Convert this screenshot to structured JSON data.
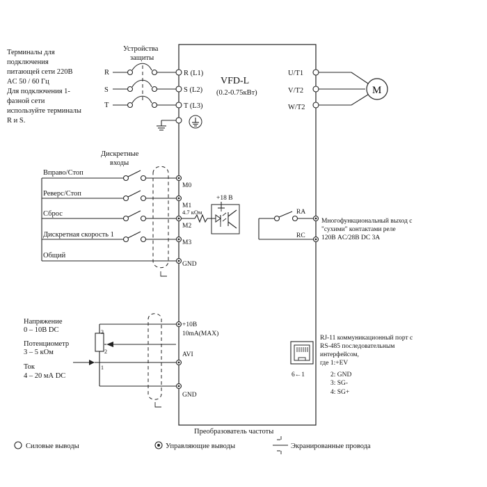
{
  "power_note": [
    "Терминалы для",
    "подключения",
    "питающей сети 220В",
    "AC 50 / 60 Гц",
    "Для подключения 1-",
    "фазной сети",
    "используйте терминалы",
    "R и S."
  ],
  "protection_label": [
    "Устройства",
    "защиты"
  ],
  "input_labels": {
    "r": "R",
    "s": "S",
    "t": "T"
  },
  "power_terminals": {
    "r": "R (L1)",
    "s": "S (L2)",
    "t": "T (L3)"
  },
  "drive": {
    "model": "VFD-L",
    "range": "(0.2-0.75кВт)",
    "caption": "Преобразователь частоты"
  },
  "output_terminals": {
    "u": "U/T1",
    "v": "V/T2",
    "w": "W/T2"
  },
  "motor_label": "M",
  "discrete_inputs_label": [
    "Дискретные",
    "входы"
  ],
  "switches": [
    "Вправо/Стоп",
    "Реверс/Стоп",
    "Сброс",
    "Дискретная скорость 1"
  ],
  "common_label": "Общий",
  "control_terminals": {
    "m0": "M0",
    "m1": "M1",
    "m2": "M2",
    "m3": "M3",
    "gnd": "GND"
  },
  "opto": {
    "supply": "+18 В",
    "resistor": "4.7 кОм"
  },
  "relay": {
    "ra": "RA",
    "rc": "RC",
    "desc": [
      "Многофункциональный выход с",
      "\"сухими\" контактами реле",
      "120В AC/28В DC  3A"
    ]
  },
  "analog": {
    "voltage": [
      "Напряжение",
      "0 – 10В DC"
    ],
    "pot": [
      "Потенциометр",
      "3 – 5 кОм"
    ],
    "current": [
      "Ток",
      "4 – 20 мА DC"
    ],
    "pin3": "3",
    "pin2": "2",
    "pin1": "1",
    "plus10": "+10В",
    "max": "10mA(MAX)",
    "avi": "AVI",
    "gnd": "GND"
  },
  "rj11": {
    "desc": [
      "RJ-11 коммуникационный порт с",
      "RS-485  последовательным",
      "интерфейсом,",
      "где 1:+EV",
      "2: GND",
      "3: SG-",
      "4: SG+"
    ],
    "pins": "6←1"
  },
  "legend": {
    "power": "Силовые выводы",
    "control": "Управляющие выводы",
    "shielded": "Экранированные провода"
  }
}
